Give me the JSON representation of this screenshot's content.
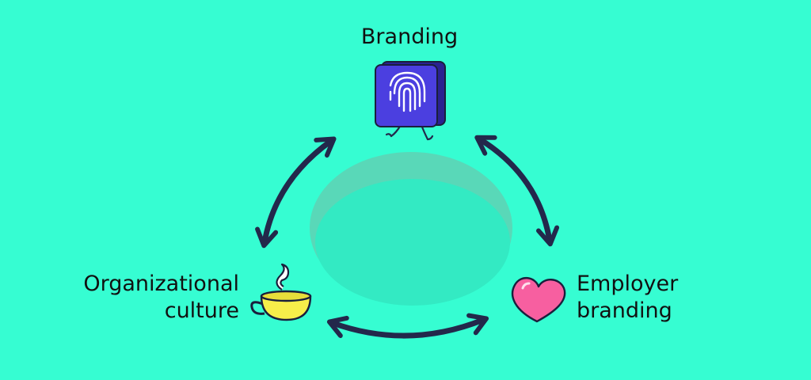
{
  "nodes": {
    "branding": {
      "label": "Branding",
      "icon": "fingerprint-icon"
    },
    "organizational_culture": {
      "line1": "Organizational",
      "line2": "culture",
      "icon": "teacup-icon"
    },
    "employer_branding": {
      "line1": "Employer",
      "line2": "branding",
      "icon": "heart-icon"
    }
  },
  "colors": {
    "background": "#36FDD2",
    "arrow": "#23284B",
    "text": "#111111",
    "fingerprint_tile": "#4B3FE0",
    "cup": "#F7EE4A",
    "heart": "#F75FA0",
    "hole": "#5FD1B4"
  }
}
